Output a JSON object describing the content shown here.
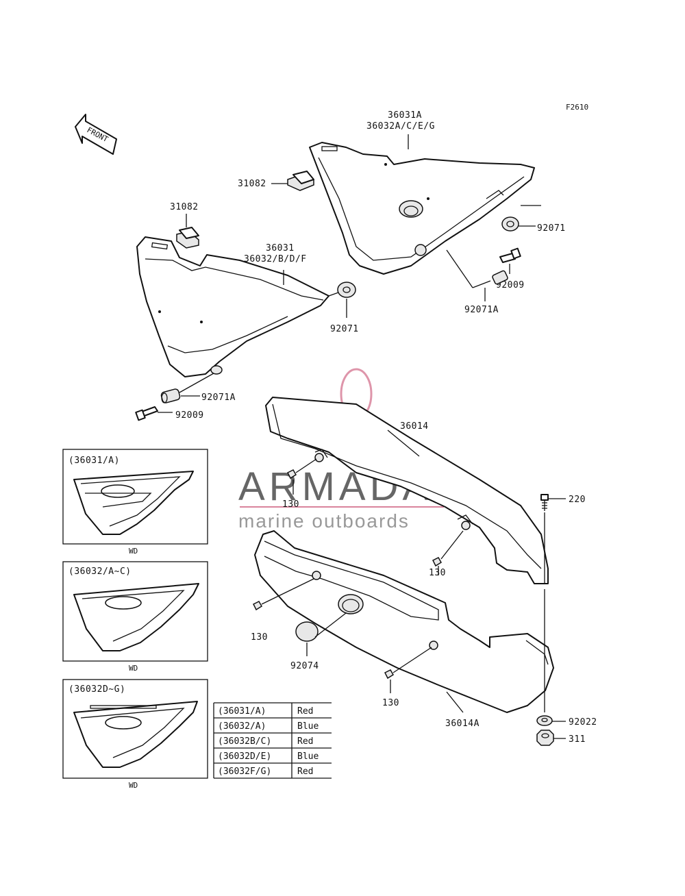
{
  "figure_code": "F2610",
  "front_arrow": "FRONT",
  "callouts": {
    "upper_cover_a": "36031A",
    "upper_cover_b": "36032A/C/E/G",
    "pad_right": "31082",
    "pad_left": "31082",
    "lower_cover_a": "36031",
    "lower_cover_b": "36032/B/D/F",
    "grommet_right": "92071",
    "grommet_left": "92071",
    "bolt_right": "92009",
    "bolt_left": "92009",
    "collar_right": "92071A",
    "collar_left": "92071A",
    "chain_cover_upper": "36014",
    "chain_cover_lower": "36014A",
    "screw_1": "130",
    "screw_2": "130",
    "screw_3": "130",
    "screw_4": "130",
    "bolt_220": "220",
    "washer": "92022",
    "nut": "311",
    "cap": "92074"
  },
  "inset_panels": [
    {
      "title": "(36031/A)",
      "caption": "WD"
    },
    {
      "title": "(36032/A~C)",
      "caption": "WD"
    },
    {
      "title": "(36032D~G)",
      "caption": "WD"
    }
  ],
  "color_table": [
    {
      "part": "(36031/A)",
      "color": "Red"
    },
    {
      "part": "(36032/A)",
      "color": "Blue"
    },
    {
      "part": "(36032B/C)",
      "color": "Red"
    },
    {
      "part": "(36032D/E)",
      "color": "Blue"
    },
    {
      "part": "(36032F/G)",
      "color": "Red"
    }
  ],
  "watermark": {
    "brand": "ARMADA",
    "tagline": "marine outboards",
    "logo_color": "#d9839c"
  }
}
